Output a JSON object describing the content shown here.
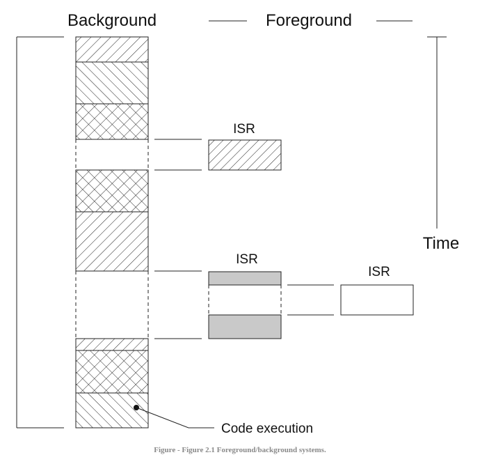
{
  "labels": {
    "background": "Background",
    "foreground": "Foreground",
    "time": "Time",
    "isr_1": "ISR",
    "isr_2": "ISR",
    "isr_3": "ISR",
    "code_execution": "Code execution"
  },
  "caption": "Figure - Figure 2.1 Foreground/background systems.",
  "colors": {
    "line": "#222222",
    "shaded": "#c9c9c9",
    "caption": "#8a8a8a"
  }
}
